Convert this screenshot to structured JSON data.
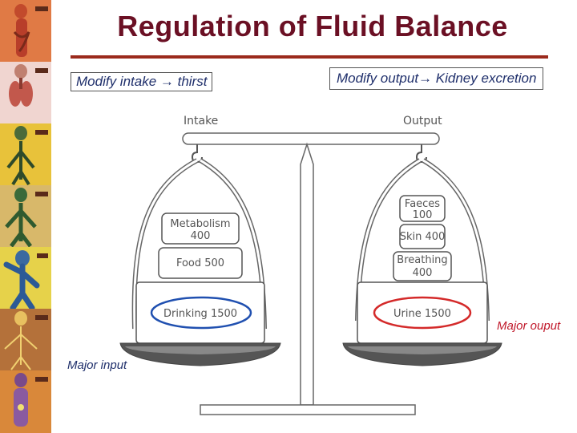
{
  "title": "Regulation of Fluid Balance",
  "callouts": {
    "intake": "Modify intake → thirst",
    "output": "Modify output→ Kidney excretion"
  },
  "notes": {
    "major_output": "Major ouput",
    "major_input": "Major input"
  },
  "scale": {
    "intake_label": "Intake",
    "output_label": "Output",
    "intake_items": [
      {
        "line1": "Metabolism",
        "line2": "400"
      },
      {
        "line1": "Food 500",
        "line2": ""
      },
      {
        "line1": "Drinking 1500",
        "line2": ""
      }
    ],
    "output_items": [
      {
        "line1": "Faeces",
        "line2": "100"
      },
      {
        "line1": "Skin 400",
        "line2": ""
      },
      {
        "line1": "Breathing",
        "line2": "400"
      },
      {
        "line1": "Urine 1500",
        "line2": ""
      }
    ]
  },
  "colors": {
    "title": "#6b1024",
    "rule": "#9b2a1c",
    "callout_text": "#1f2f6b",
    "highlight_blue": "#2050b0",
    "highlight_red": "#d42a2a",
    "major_output_text": "#c0182a",
    "major_input_text": "#1f2f6b"
  },
  "sidebar_icons": [
    "digestive-system-book-icon",
    "respiratory-system-book-icon",
    "circulatory-system-book-icon",
    "skeletal-system-book-icon",
    "muscular-system-book-icon",
    "nervous-system-book-icon",
    "endocrine-system-book-icon"
  ]
}
